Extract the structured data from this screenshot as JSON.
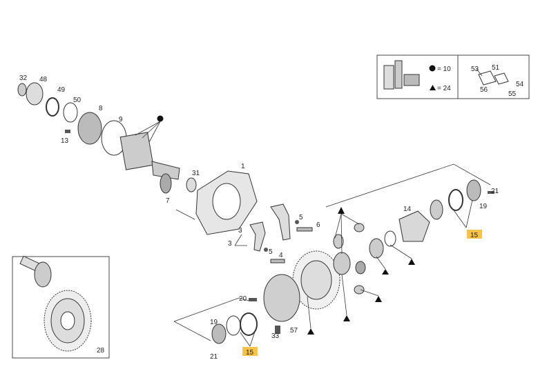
{
  "legend": {
    "dot_value": "= 10",
    "triangle_value": "= 24",
    "kit_labels": [
      "53",
      "51",
      "54",
      "56",
      "55"
    ]
  },
  "labels": {
    "l32": "32",
    "l48": "48",
    "l49": "49",
    "l50": "50",
    "l8": "8",
    "l9": "9",
    "l13": "13",
    "l31": "31",
    "l1": "1",
    "l7": "7",
    "l5a": "5",
    "l6": "6",
    "l3a": "3",
    "l3b": "3",
    "l5b": "5",
    "l4": "4",
    "l14": "14",
    "l21a": "21",
    "l19a": "19",
    "l15a": "15",
    "l20": "20",
    "l19b": "19",
    "l21b": "21",
    "l33": "33",
    "l57": "57",
    "l15b": "15",
    "l28": "28"
  },
  "colors": {
    "highlight": "#f6c24a",
    "line": "#333333"
  }
}
